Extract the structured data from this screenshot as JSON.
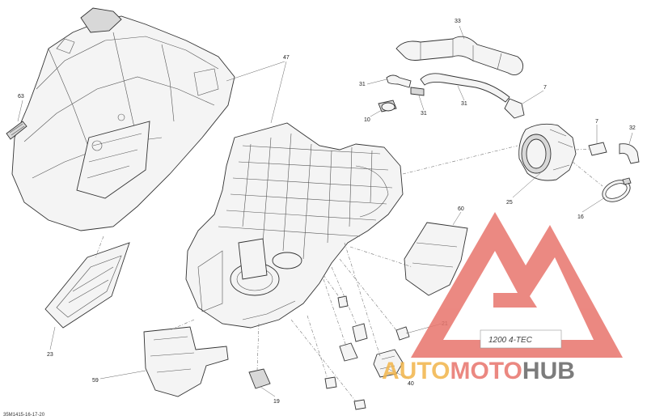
{
  "diagram": {
    "reference_code": "35M1415-16-17-20",
    "callouts": [
      {
        "id": "c33",
        "label": "33"
      },
      {
        "id": "c47",
        "label": "47"
      },
      {
        "id": "c31a",
        "label": "31"
      },
      {
        "id": "c31b",
        "label": "31"
      },
      {
        "id": "c31c",
        "label": "31"
      },
      {
        "id": "c7a",
        "label": "7"
      },
      {
        "id": "c7b",
        "label": "7"
      },
      {
        "id": "c63",
        "label": "63"
      },
      {
        "id": "c10",
        "label": "10"
      },
      {
        "id": "c32",
        "label": "32"
      },
      {
        "id": "c25",
        "label": "25"
      },
      {
        "id": "c16",
        "label": "16"
      },
      {
        "id": "c60",
        "label": "60"
      },
      {
        "id": "c21",
        "label": "21"
      },
      {
        "id": "c23",
        "label": "23"
      },
      {
        "id": "c59",
        "label": "59"
      },
      {
        "id": "c40",
        "label": "40"
      },
      {
        "id": "c19",
        "label": "19"
      }
    ]
  },
  "watermark": {
    "model_tag": "1200 4-TEC",
    "brand_part1": "AUTO",
    "brand_part2": "MOTO",
    "brand_part3": "HUB",
    "color_triangle": "#e8746c",
    "color_auto": "#f2b54a",
    "color_moto": "#e8746c",
    "color_hub": "#666666"
  }
}
